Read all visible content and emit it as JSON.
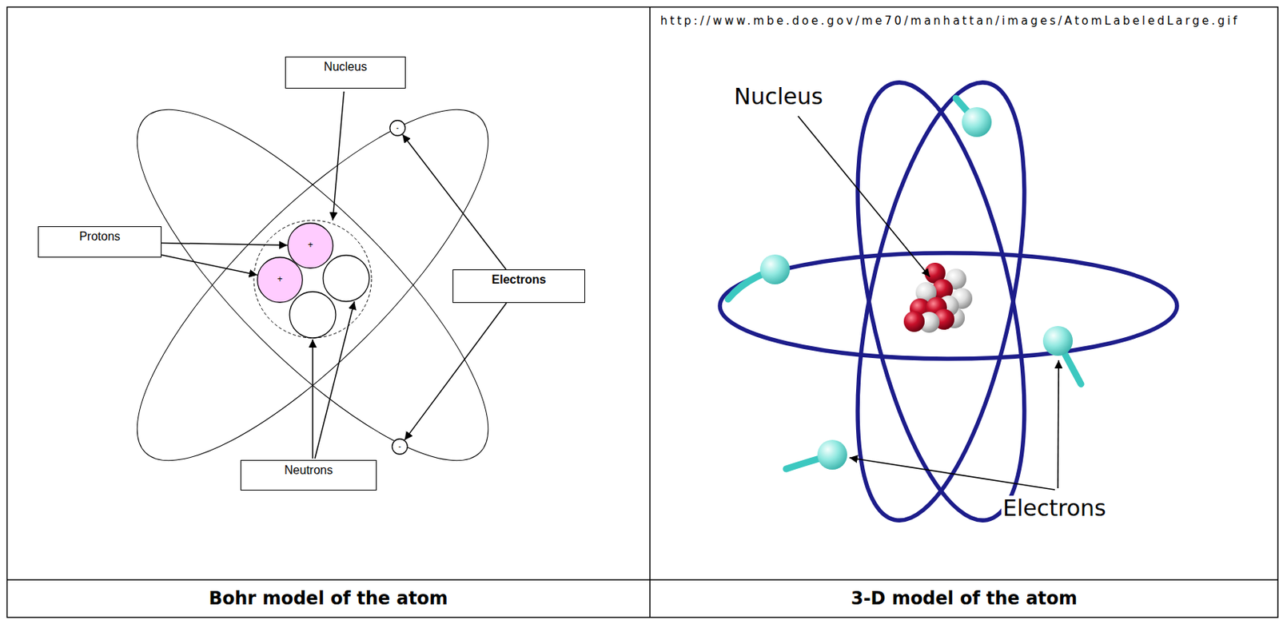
{
  "diagram": {
    "nodes": [
      {
        "text": [
          "Nucleus"
        ]
      },
      {
        "text": [
          "Protons"
        ]
      },
      {
        "text": [
          "+"
        ]
      },
      {
        "text": [
          "+"
        ]
      },
      {
        "text": [
          "Electrons"
        ]
      },
      {
        "text": [
          "-"
        ]
      },
      {
        "text": [
          "-"
        ]
      },
      {
        "text": [
          "Neutrons"
        ]
      }
    ],
    "edges": [
      {
        "from": 1,
        "to": 2,
        "arrow": "to"
      },
      {
        "from": 1,
        "to": 3,
        "arrow": "to"
      },
      {
        "from": 4,
        "to": 5,
        "arrow": "to"
      },
      {
        "from": 4,
        "to": 6,
        "arrow": "to"
      }
    ],
    "labels": [
      "http://www.mbe.doe.gov/me70/manhattan/images/AtomLabeledLarge.gif",
      "Nucleus",
      "Electrons",
      "Bohr model of the atom",
      "3-D model of the atom"
    ]
  }
}
